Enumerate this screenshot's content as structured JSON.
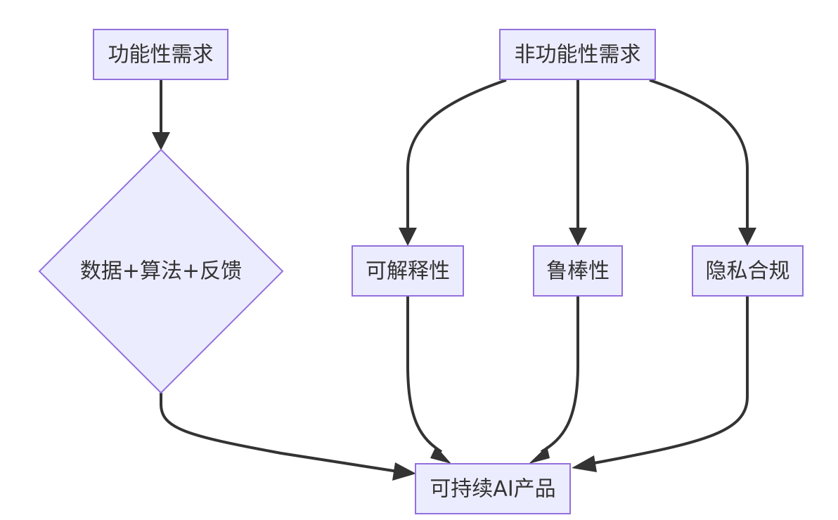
{
  "diagram": {
    "type": "flowchart",
    "colors": {
      "node_fill": "#ECECFF",
      "node_border": "#9370DB",
      "edge": "#333333",
      "text": "#333333"
    },
    "nodes": {
      "functional": "功能性需求",
      "nonfunctional": "非功能性需求",
      "core": "数据+算法+反馈",
      "explainability": "可解释性",
      "robustness": "鲁棒性",
      "privacy": "隐私合规",
      "product": "可持续AI产品"
    },
    "edges": [
      {
        "from": "functional",
        "to": "core"
      },
      {
        "from": "nonfunctional",
        "to": "explainability"
      },
      {
        "from": "nonfunctional",
        "to": "robustness"
      },
      {
        "from": "nonfunctional",
        "to": "privacy"
      },
      {
        "from": "core",
        "to": "product"
      },
      {
        "from": "explainability",
        "to": "product"
      },
      {
        "from": "robustness",
        "to": "product"
      },
      {
        "from": "privacy",
        "to": "product"
      }
    ]
  }
}
